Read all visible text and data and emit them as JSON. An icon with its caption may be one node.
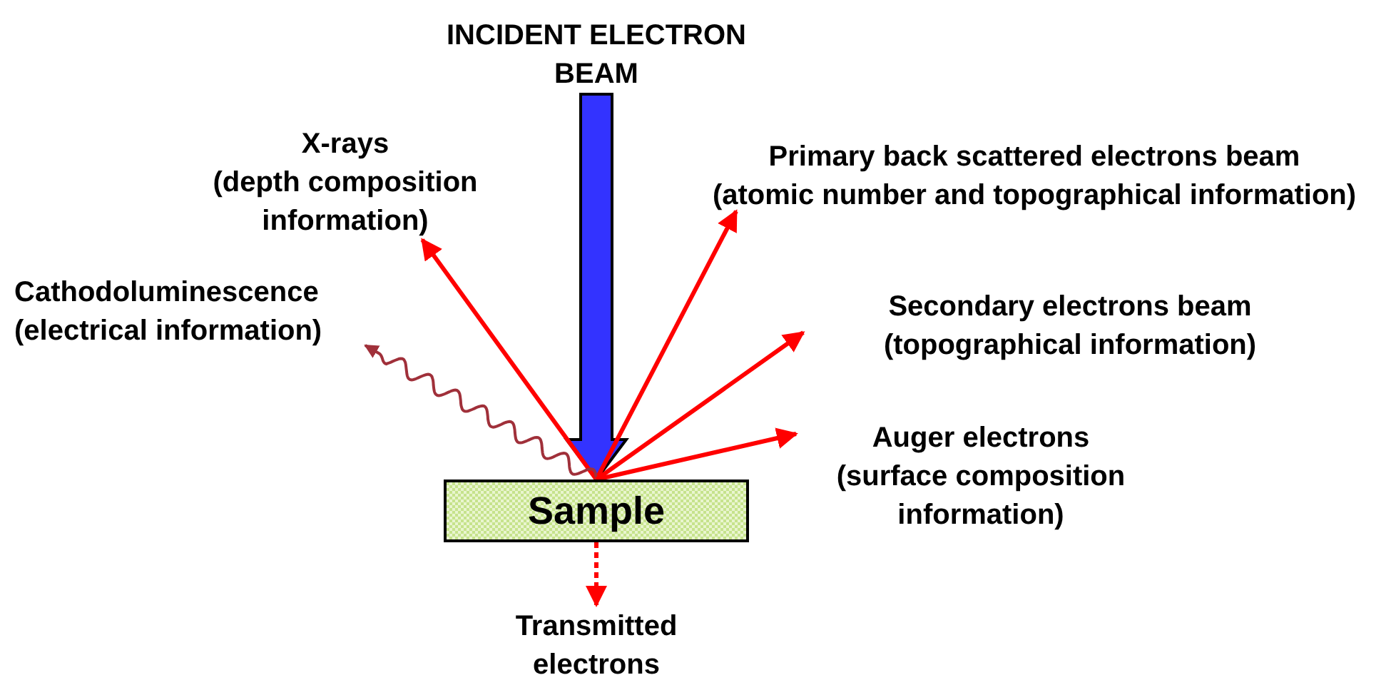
{
  "diagram": {
    "nodes": [
      {
        "text": [
          "INCIDENT ELECTRON BEAM"
        ]
      },
      {
        "text": [
          "X-rays",
          "(depth composition information)"
        ]
      },
      {
        "text": [
          "Primary back scattered electrons beam",
          "(atomic number and topographical information)"
        ]
      },
      {
        "text": [
          "Cathodoluminescence",
          "(electrical information)"
        ]
      },
      {
        "text": [
          "Secondary electrons beam",
          "(topographical information)"
        ]
      },
      {
        "text": [
          "Auger electrons",
          "(surface composition information)"
        ]
      },
      {
        "text": [
          "Sample"
        ]
      },
      {
        "text": [
          "Transmitted electrons"
        ]
      }
    ],
    "edges": [
      {
        "from": 0,
        "to": 6,
        "arrow": "to",
        "style": "thick",
        "color": "#3333ff"
      },
      {
        "from": 6,
        "to": 1,
        "arrow": "to"
      },
      {
        "from": 6,
        "to": 2,
        "arrow": "to"
      },
      {
        "from": 6,
        "to": 3,
        "arrow": "to",
        "color": "#a0303a"
      },
      {
        "from": 6,
        "to": 4,
        "arrow": "to"
      },
      {
        "from": 6,
        "to": 5,
        "arrow": "to"
      },
      {
        "from": 6,
        "to": 7,
        "arrow": "to",
        "style": "dashed"
      }
    ]
  }
}
